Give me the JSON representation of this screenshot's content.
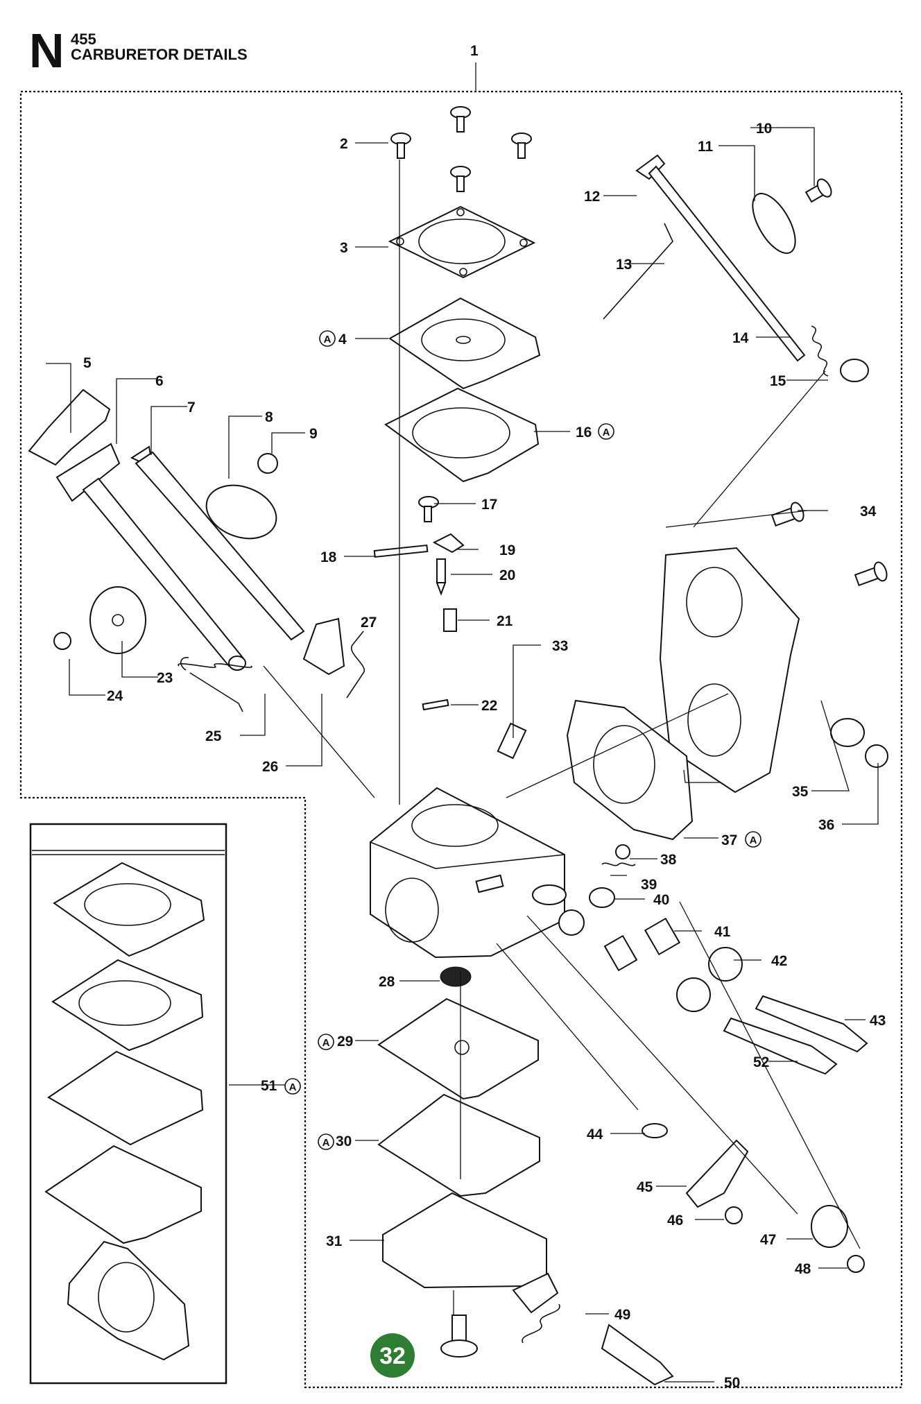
{
  "header": {
    "letter": "N",
    "model": "455",
    "title": "CARBURETOR DETAILS"
  },
  "kit_marker": "A",
  "parts": [
    {
      "num": "1"
    },
    {
      "num": "2"
    },
    {
      "num": "3"
    },
    {
      "num": "4",
      "kit": true
    },
    {
      "num": "5"
    },
    {
      "num": "6"
    },
    {
      "num": "7"
    },
    {
      "num": "8"
    },
    {
      "num": "9"
    },
    {
      "num": "10"
    },
    {
      "num": "11"
    },
    {
      "num": "12"
    },
    {
      "num": "13"
    },
    {
      "num": "14"
    },
    {
      "num": "15"
    },
    {
      "num": "16",
      "kit": true
    },
    {
      "num": "17"
    },
    {
      "num": "18"
    },
    {
      "num": "19"
    },
    {
      "num": "20"
    },
    {
      "num": "21"
    },
    {
      "num": "22"
    },
    {
      "num": "23"
    },
    {
      "num": "24"
    },
    {
      "num": "25"
    },
    {
      "num": "26"
    },
    {
      "num": "27"
    },
    {
      "num": "28"
    },
    {
      "num": "29",
      "kit": true
    },
    {
      "num": "30",
      "kit": true
    },
    {
      "num": "31"
    },
    {
      "num": "32",
      "highlight": true
    },
    {
      "num": "33"
    },
    {
      "num": "34"
    },
    {
      "num": "35"
    },
    {
      "num": "36"
    },
    {
      "num": "37",
      "kit": true
    },
    {
      "num": "38"
    },
    {
      "num": "39"
    },
    {
      "num": "40"
    },
    {
      "num": "41"
    },
    {
      "num": "42"
    },
    {
      "num": "43"
    },
    {
      "num": "44"
    },
    {
      "num": "45"
    },
    {
      "num": "46"
    },
    {
      "num": "47"
    },
    {
      "num": "48"
    },
    {
      "num": "49"
    },
    {
      "num": "50"
    },
    {
      "num": "51",
      "kit": true
    },
    {
      "num": "52"
    }
  ],
  "colors": {
    "highlight": "#2e7d32",
    "ink": "#111111"
  }
}
